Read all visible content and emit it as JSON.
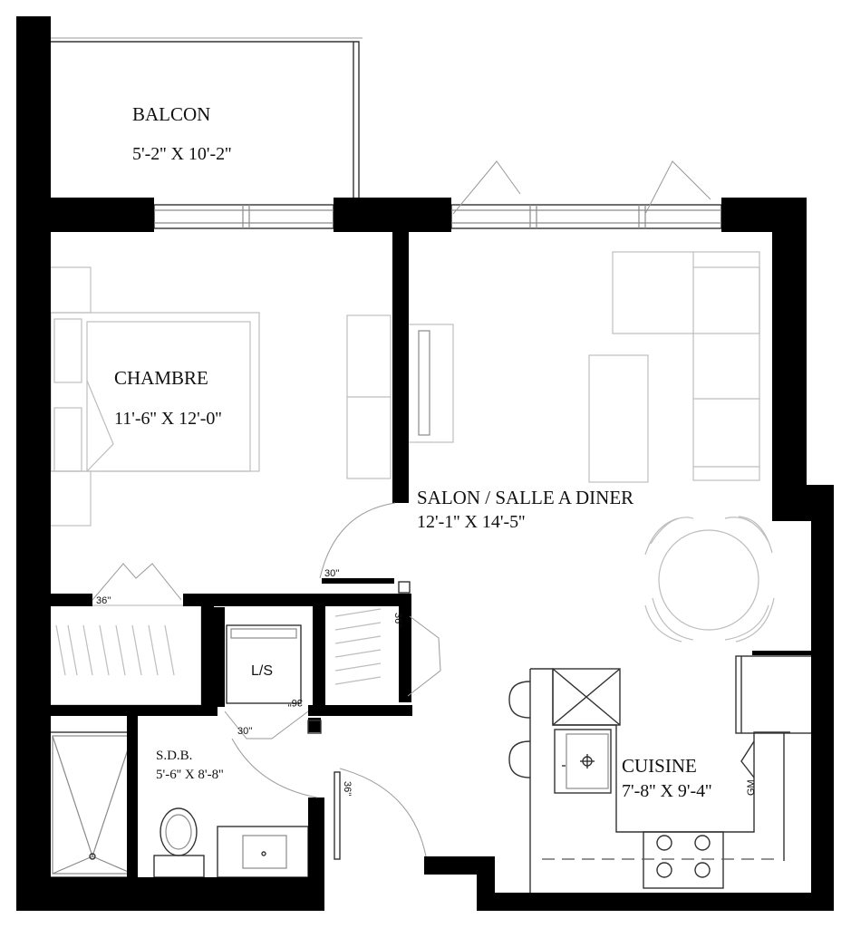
{
  "rooms": {
    "balcon": {
      "name": "BALCON",
      "dims": "5'-2'' X 10'-2''"
    },
    "chambre": {
      "name": "CHAMBRE",
      "dims": "11'-6'' X 12'-0''"
    },
    "salon": {
      "name": "SALON / SALLE A DINER",
      "dims": "12'-1'' X  14'-5''"
    },
    "sdb": {
      "name": "S.D.B.",
      "dims": "5'-6'' X 8'-8''"
    },
    "cuisine": {
      "name": "CUISINE",
      "dims": "7'-8'' X 9'-4''"
    }
  },
  "appliances": {
    "laundry": "L/S",
    "dishwasher": "GM"
  },
  "doors": {
    "chambre_entry": "30''",
    "chambre_closet": "36''",
    "hall_closet": "36''",
    "laundry_door": "36''",
    "bathroom_door": "30''",
    "entry_door": "36''"
  }
}
